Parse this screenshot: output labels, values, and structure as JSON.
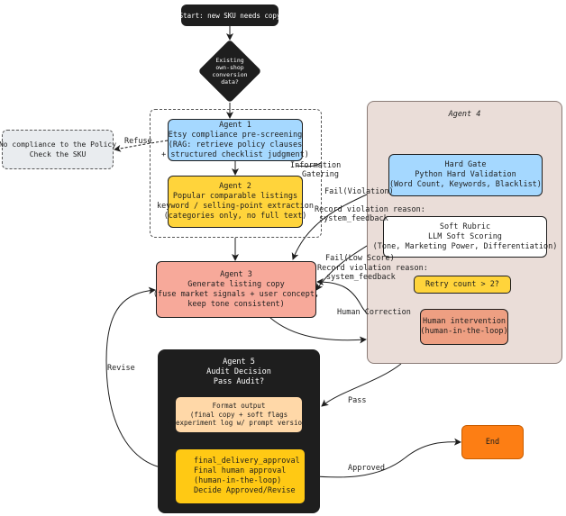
{
  "nodes": {
    "start": {
      "lines": [
        "Start: new SKU needs copy"
      ]
    },
    "decision": {
      "lines": [
        "Existing",
        "own-shop",
        "conversion",
        "data?"
      ]
    },
    "agent1": {
      "lines": [
        "Agent 1",
        "Etsy compliance pre-screening",
        "(RAG: retrieve policy clauses",
        "+ structured checklist judgment)"
      ]
    },
    "refuse_box": {
      "lines": [
        "No compliance to the Policy",
        "Check the SKU"
      ]
    },
    "agent2": {
      "lines": [
        "Agent 2",
        "Popular comparable listings",
        "keyword / selling-point extraction",
        "(categories only, no full text)"
      ]
    },
    "agent3": {
      "lines": [
        "Agent 3",
        "Generate listing copy",
        "(fuse market signals + user concept,",
        "keep tone consistent)"
      ]
    },
    "agent4_title": {
      "lines": [
        "Agent 4"
      ]
    },
    "hard_gate": {
      "lines": [
        "Hard Gate",
        "Python Hard Validation",
        "(Word Count, Keywords, Blacklist)"
      ]
    },
    "soft_rubric": {
      "lines": [
        "Soft Rubric",
        "LLM Soft Scoring",
        "(Tone, Marketing Power, Differentiation)"
      ]
    },
    "retry": {
      "lines": [
        "Retry count > 2?"
      ]
    },
    "human": {
      "lines": [
        "Human intervention",
        "(human-in-the-loop)"
      ]
    },
    "agent5_title": {
      "lines": [
        "Agent 5",
        "Audit Decision",
        "Pass Audit?"
      ]
    },
    "format_output": {
      "lines": [
        "Format output",
        "(final copy + soft flags",
        "+ experiment log w/ prompt version)"
      ]
    },
    "final_approval": {
      "lines": [
        "final_delivery_approval",
        "Final human approval",
        "(human-in-the-loop)",
        "Decide Approved/Revise"
      ]
    },
    "end": {
      "lines": [
        "End"
      ]
    }
  },
  "edge_labels": {
    "refuse": "Refuse",
    "info_gathering": [
      "Information",
      "Gatering"
    ],
    "fail_violation": "Fail(Violation)",
    "record_reason_1": [
      "Record violation reason:",
      "system_feedback"
    ],
    "fail_low": "Fail(Low Score)",
    "record_reason_2": [
      "Record violation reason:",
      "system_feedback"
    ],
    "human_correction": "Human Correction",
    "revise": "Revise",
    "pass": "Pass",
    "approved": "Approved"
  },
  "colors": {
    "dark": "#1e1e1e",
    "blue": "#a5d8ff",
    "yellow": "#ffd43b",
    "salmon": "#f7a99a",
    "panel_agent4": "#eaddd8",
    "orange_end": "#fd7e14",
    "peach": "#ffd8a8",
    "human": "#ee9f82",
    "grey_box": "#e9ecef"
  }
}
